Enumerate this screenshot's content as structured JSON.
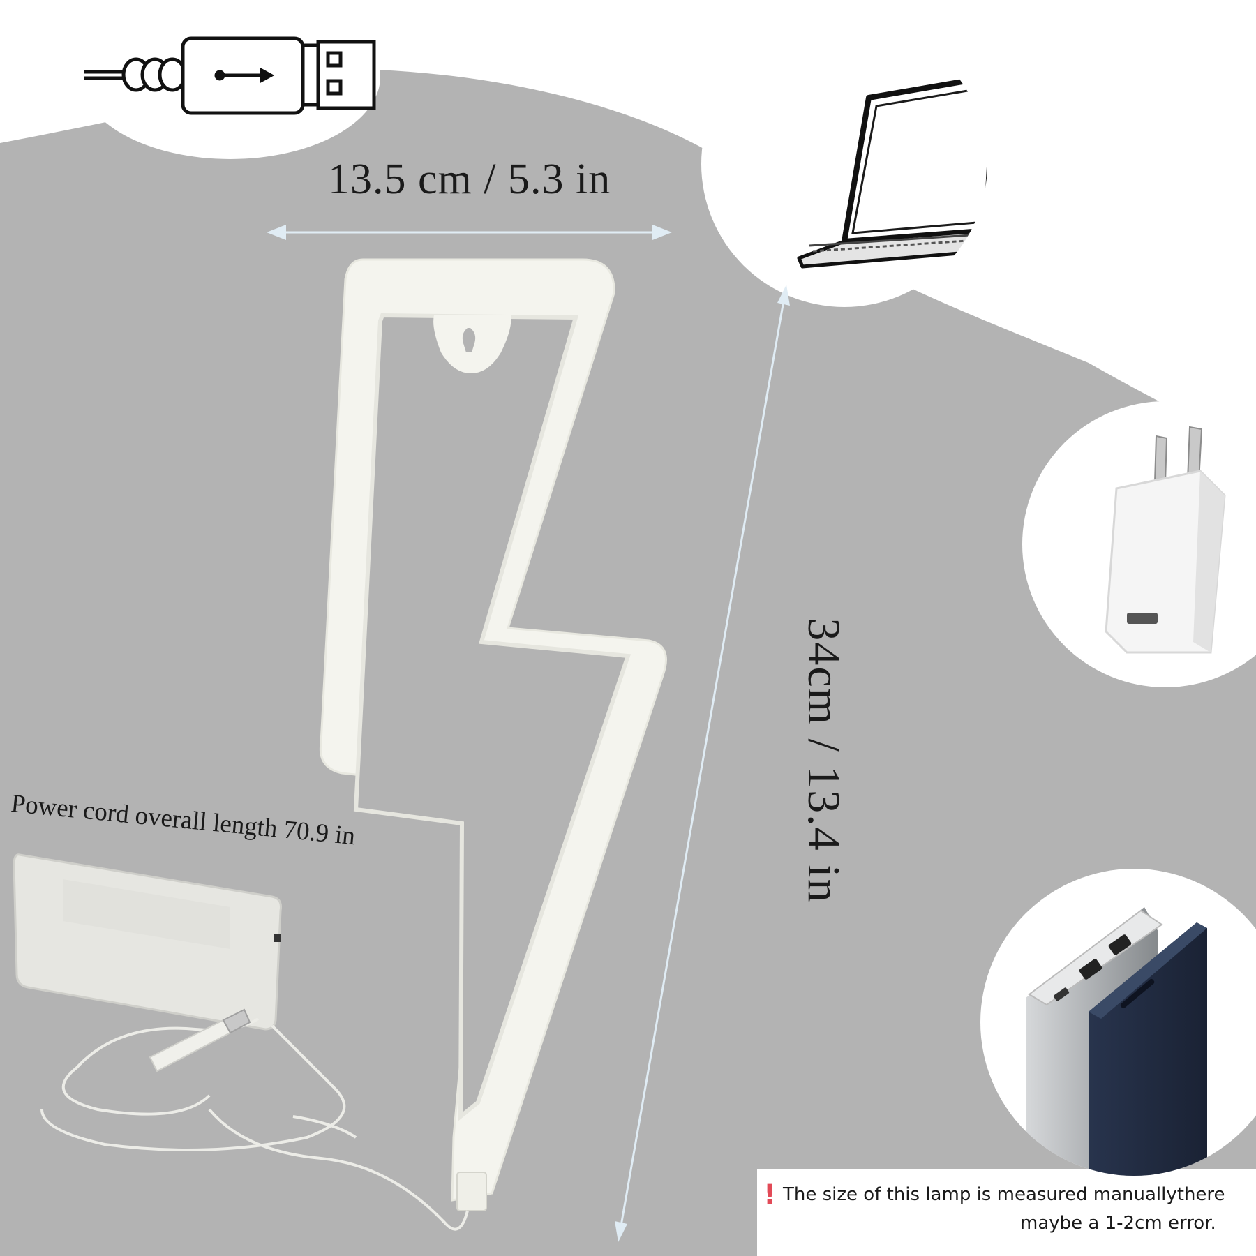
{
  "dimensions": {
    "width_label": "13.5 cm / 5.3 in",
    "height_label": "34cm / 13.4 in",
    "cord_label": "Power cord overall length 70.9 in"
  },
  "note": {
    "icon": "exclamation-icon",
    "line1": "The size of this lamp is measured manuallythere",
    "line2": "maybe a 1-2cm error."
  },
  "power_sources": [
    {
      "name": "usb-plug-icon"
    },
    {
      "name": "laptop-icon"
    },
    {
      "name": "wall-adapter-icon"
    },
    {
      "name": "power-bank-icon"
    }
  ],
  "colors": {
    "background_gray": "#b3b3b3",
    "lamp_white": "#f4f4ee",
    "arrow_color": "#e0ecf4",
    "note_icon": "#e24a57"
  }
}
